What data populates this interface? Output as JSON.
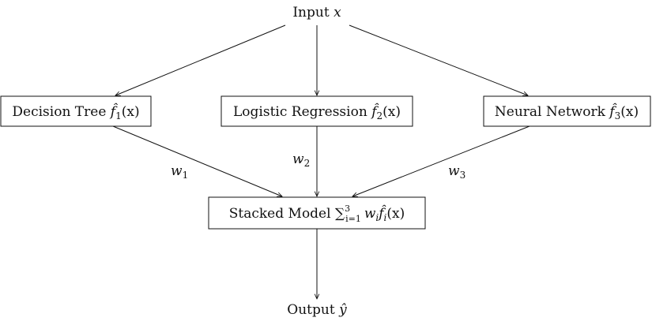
{
  "input": {
    "label": "Input ",
    "var": "x"
  },
  "models": [
    {
      "name": "Decision Tree ",
      "fn": "f̂",
      "idx": "1",
      "arg": "(x)"
    },
    {
      "name": "Logistic Regression ",
      "fn": "f̂",
      "idx": "2",
      "arg": "(x)"
    },
    {
      "name": "Neural Network ",
      "fn": "f̂",
      "idx": "3",
      "arg": "(x)"
    }
  ],
  "weights": [
    {
      "sym": "w",
      "idx": "1"
    },
    {
      "sym": "w",
      "idx": "2"
    },
    {
      "sym": "w",
      "idx": "3"
    }
  ],
  "stacked": {
    "label": "Stacked Model ",
    "sum": "∑",
    "sum_sub": "i=1",
    "sum_sup": "3",
    "w": "w",
    "w_sub": "i",
    "fn": "f̂",
    "fn_sub": "i",
    "arg": "(x)"
  },
  "output": {
    "label": "Output ",
    "var": "ŷ"
  }
}
